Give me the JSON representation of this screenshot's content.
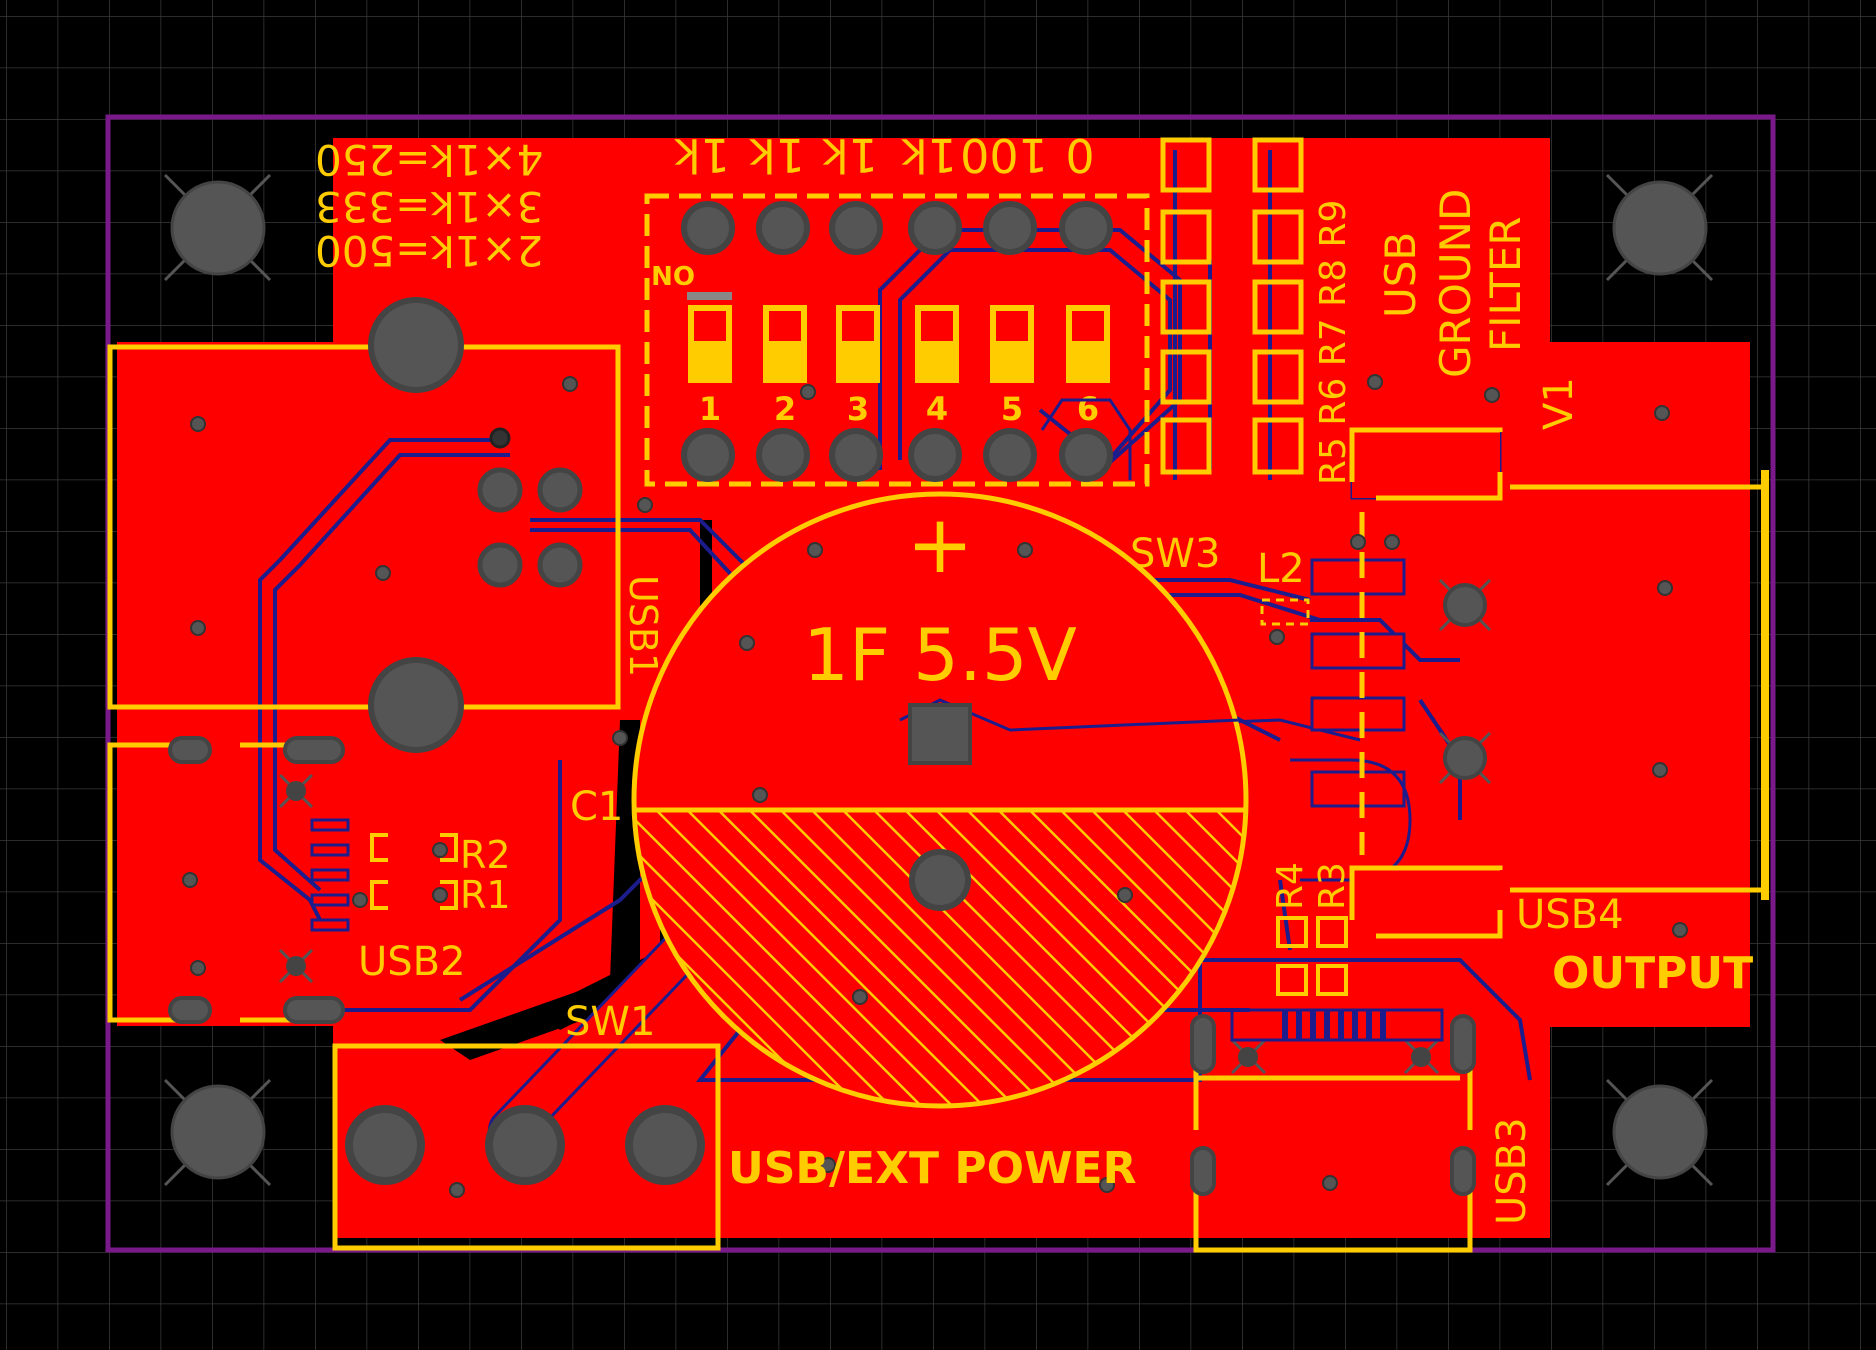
{
  "colors": {
    "background": "#000000",
    "grid": "#3a3a3a",
    "outline": "#7a1a8a",
    "copper": "#ff0000",
    "trace": "#1c1c8c",
    "silk": "#ffcc00",
    "pad": "#555555"
  },
  "labels": {
    "ladder_top": "4×1k=250",
    "ladder_mid": "3×1k=333",
    "ladder_bot": "2×1k=500",
    "on": "ON",
    "usb_filter_1": "USB",
    "usb_filter_2": "GROUND",
    "usb_filter_3": "FILTER",
    "v1": "V1",
    "sw3": "SW3",
    "l2": "L2",
    "usb1": "USB1",
    "cap_value": "1F 5.5V",
    "cap_plus": "+",
    "c1": "C1",
    "r2": "R2",
    "r1": "R1",
    "usb2": "USB2",
    "sw1": "SW1",
    "power": "USB/EXT POWER",
    "r4": "R4",
    "r3": "R3",
    "usb4": "USB4",
    "output": "OUTPUT",
    "usb3": "USB3",
    "resistor_refs": "R5 R6 R7 R8 R9"
  },
  "dip_values": [
    "1k",
    "1k",
    "1k",
    "1k",
    "100",
    "0"
  ],
  "dip_numbers": [
    "1",
    "2",
    "3",
    "4",
    "5",
    "6"
  ]
}
